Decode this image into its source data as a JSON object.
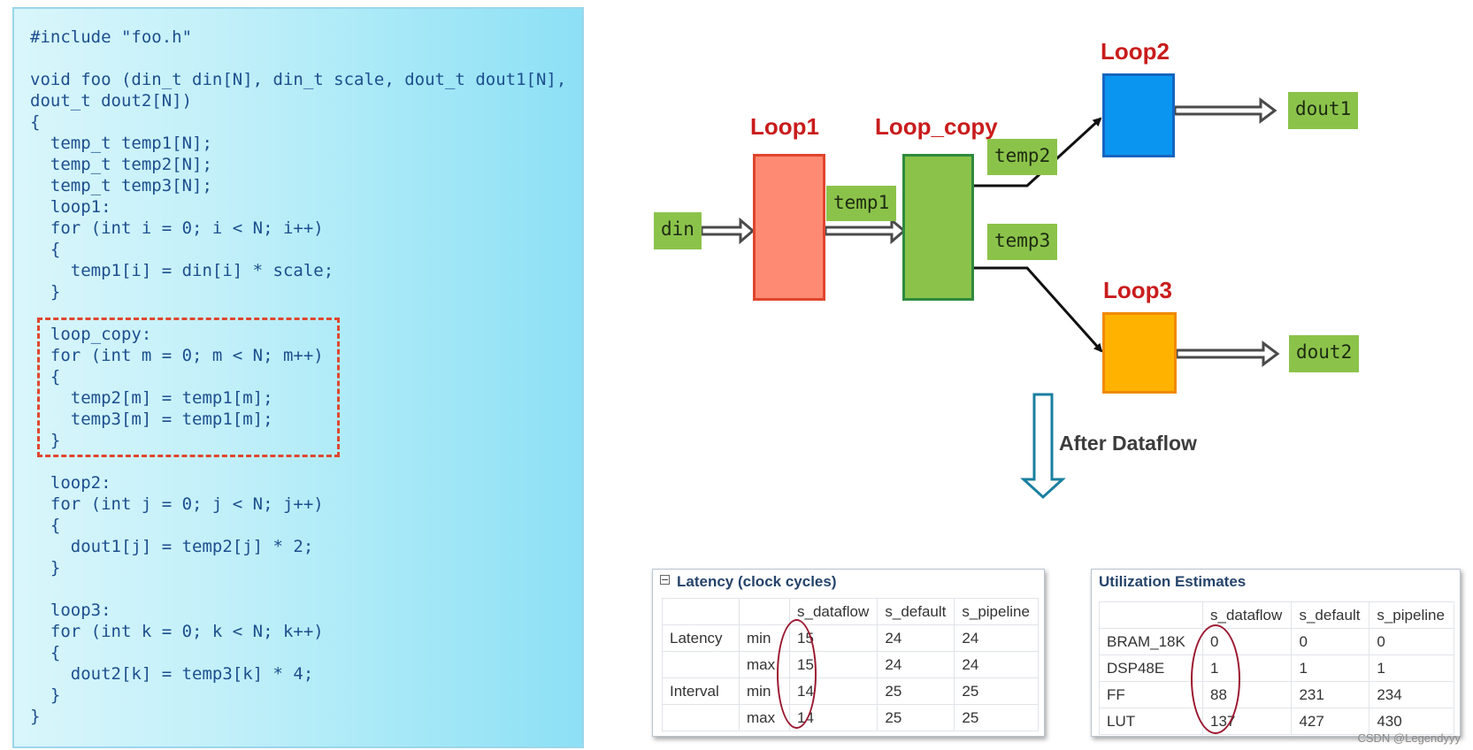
{
  "code": {
    "lines": [
      "#include \"foo.h\"",
      "",
      "void foo (din_t din[N], din_t scale, dout_t dout1[N],",
      "dout_t dout2[N])",
      "{",
      "  temp_t temp1[N];",
      "  temp_t temp2[N];",
      "  temp_t temp3[N];",
      "  loop1:",
      "  for (int i = 0; i < N; i++)",
      "  {",
      "    temp1[i] = din[i] * scale;",
      "  }",
      "",
      "  loop_copy:",
      "  for (int m = 0; m < N; m++)",
      "  {",
      "    temp2[m] = temp1[m];",
      "    temp3[m] = temp1[m];",
      "  }",
      "",
      "  loop2:",
      "  for (int j = 0; j < N; j++)",
      "  {",
      "    dout1[j] = temp2[j] * 2;",
      "  }",
      "",
      "  loop3:",
      "  for (int k = 0; k < N; k++)",
      "  {",
      "    dout2[k] = temp3[k] * 4;",
      "  }",
      "}"
    ]
  },
  "diagram": {
    "loops": {
      "loop1": {
        "label": "Loop1",
        "color": "#ff8a73",
        "border": "#e0452c"
      },
      "loop_copy": {
        "label": "Loop_copy",
        "color": "#8bc34a",
        "border": "#2e8b3e"
      },
      "loop2": {
        "label": "Loop2",
        "color": "#0a96f0",
        "border": "#1565c0"
      },
      "loop3": {
        "label": "Loop3",
        "color": "#ffb300",
        "border": "#f08a00"
      }
    },
    "signals": {
      "din": "din",
      "temp1": "temp1",
      "temp2": "temp2",
      "temp3": "temp3",
      "dout1": "dout1",
      "dout2": "dout2"
    },
    "after_label": "After Dataflow"
  },
  "latency_table": {
    "title": "Latency (clock cycles)",
    "columns": [
      "s_dataflow",
      "s_default",
      "s_pipeline"
    ],
    "rows": [
      {
        "group": "Latency",
        "sub": "min",
        "values": [
          "15",
          "24",
          "24"
        ]
      },
      {
        "group": "",
        "sub": "max",
        "values": [
          "15",
          "24",
          "24"
        ]
      },
      {
        "group": "Interval",
        "sub": "min",
        "values": [
          "14",
          "25",
          "25"
        ]
      },
      {
        "group": "",
        "sub": "max",
        "values": [
          "14",
          "25",
          "25"
        ]
      }
    ]
  },
  "utilization_table": {
    "title": "Utilization Estimates",
    "columns": [
      "s_dataflow",
      "s_default",
      "s_pipeline"
    ],
    "rows": [
      {
        "name": "BRAM_18K",
        "values": [
          "0",
          "0",
          "0"
        ]
      },
      {
        "name": "DSP48E",
        "values": [
          "1",
          "1",
          "1"
        ]
      },
      {
        "name": "FF",
        "values": [
          "88",
          "231",
          "234"
        ]
      },
      {
        "name": "LUT",
        "values": [
          "137",
          "427",
          "430"
        ]
      }
    ]
  },
  "watermark": "CSDN @Legendyyy",
  "colors": {
    "arrow_line": "#111111",
    "hollow_arrow": "#4a4a4a",
    "down_arrow": "#1a7fa0",
    "ellipse": "#9b1830"
  }
}
